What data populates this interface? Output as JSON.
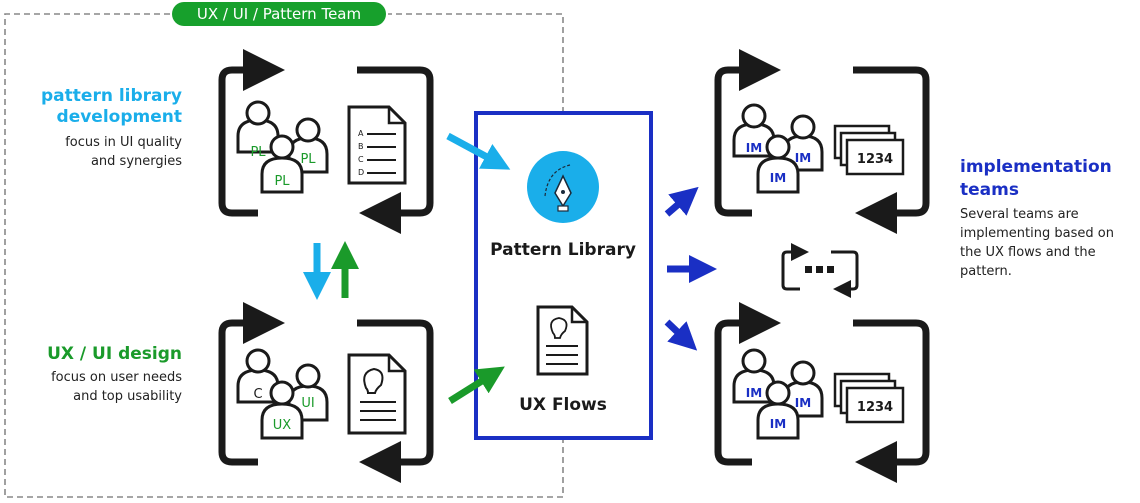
{
  "team_label": "UX / UI / Pattern Team",
  "pattern_dev": {
    "title_line1": "pattern library",
    "title_line2": "development",
    "desc_line1": "focus in UI quality",
    "desc_line2": "and synergies",
    "person_tags": [
      "PL",
      "PL",
      "PL"
    ],
    "doc_letters": [
      "A",
      "B",
      "C",
      "D"
    ]
  },
  "ux_design": {
    "title": "UX / UI design",
    "desc_line1": "focus on user needs",
    "desc_line2": "and top usability",
    "person_tags": [
      "C",
      "UI",
      "UX"
    ]
  },
  "center": {
    "pattern_library_label": "Pattern Library",
    "ux_flows_label": "UX Flows"
  },
  "implementation": {
    "title_line1": "implementation",
    "title_line2": "teams",
    "desc_line1": "Several teams are",
    "desc_line2": "implementing based on",
    "desc_line3": "the UX flows and the",
    "desc_line4": "pattern.",
    "person_tags": [
      "IM",
      "IM",
      "IM"
    ],
    "screen_number": "1234"
  },
  "colors": {
    "cyan": "#1aaeea",
    "green": "#1a9a2a",
    "blue": "#1a2fc4",
    "dark": "#1a1a1a"
  }
}
